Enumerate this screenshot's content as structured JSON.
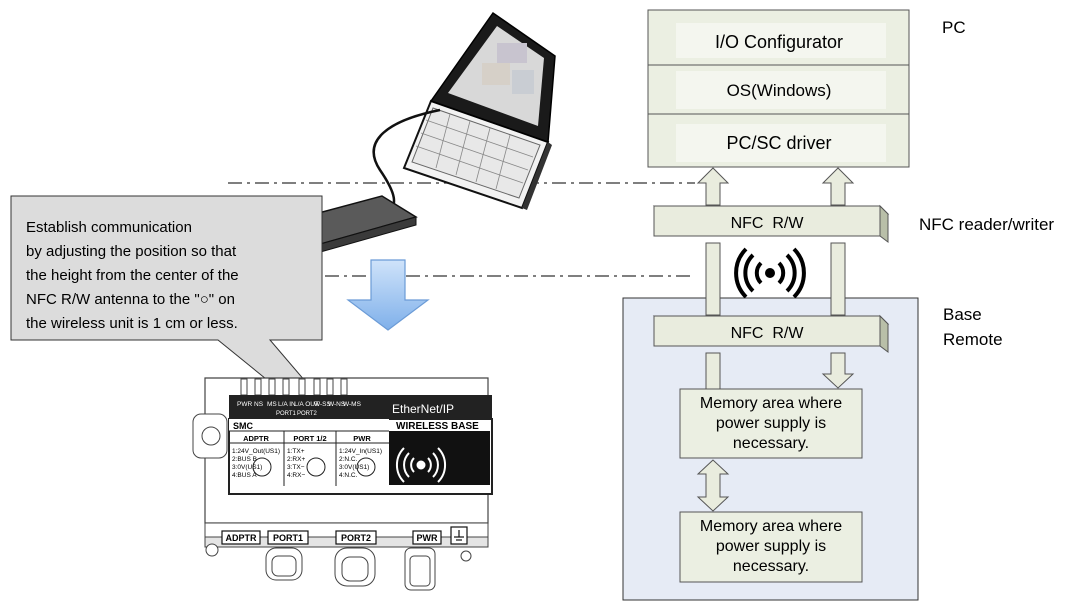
{
  "pc_stack": {
    "side_label": "PC",
    "layers": [
      "I/O Configurator",
      "OS(Windows)",
      "PC/SC driver"
    ]
  },
  "reader_writer": {
    "side_label": "NFC reader/writer",
    "box_label": "NFC  R/W"
  },
  "base_remote": {
    "label_line1": "Base",
    "label_line2": "Remote",
    "box_label": "NFC  R/W",
    "memory_1": [
      "Memory area where",
      "power supply is",
      "necessary."
    ],
    "memory_2": [
      "Memory area where",
      "power supply is",
      "necessary."
    ]
  },
  "callout": {
    "lines": [
      "Establish communication",
      "by adjusting the position so that",
      "the height from the center of the",
      "NFC R/W antenna to the \"○\" on",
      "the wireless unit is 1 cm or less."
    ]
  },
  "device": {
    "led_labels": [
      "PWR",
      "NS",
      "MS",
      "L/A IN",
      "L/A OUT",
      "W-SS",
      "W-NS",
      "W-MS"
    ],
    "led_sublabels": [
      "PORT1",
      "PORT2"
    ],
    "brand_logo": "EtherNet/IP",
    "maker": "SMC",
    "panel_title": "WIRELESS BASE",
    "columns": [
      {
        "title": "ADPTR",
        "pins": [
          "1:24V_Out(US1)",
          "2:BUS B",
          "3:0V(US1)",
          "4:BUS A"
        ]
      },
      {
        "title": "PORT 1/2",
        "pins": [
          "1:TX+",
          "2:RX+",
          "3:TX−",
          "4:RX−"
        ]
      },
      {
        "title": "PWR",
        "pins": [
          "1:24V_In(US1)",
          "2:N.C.",
          "3:0V(US1)",
          "4:N.C."
        ]
      }
    ],
    "port_labels": [
      "ADPTR",
      "PORT1",
      "PORT2",
      "PWR"
    ]
  },
  "colors": {
    "pc_fill": "#ebefe2",
    "layer_fill": "#f3f5ee",
    "base_fill": "#e6ebf5",
    "arrow_fill": "#e9ecde",
    "callout_fill": "#dcdcdc",
    "blue_arrow": "#a9cbf2"
  }
}
